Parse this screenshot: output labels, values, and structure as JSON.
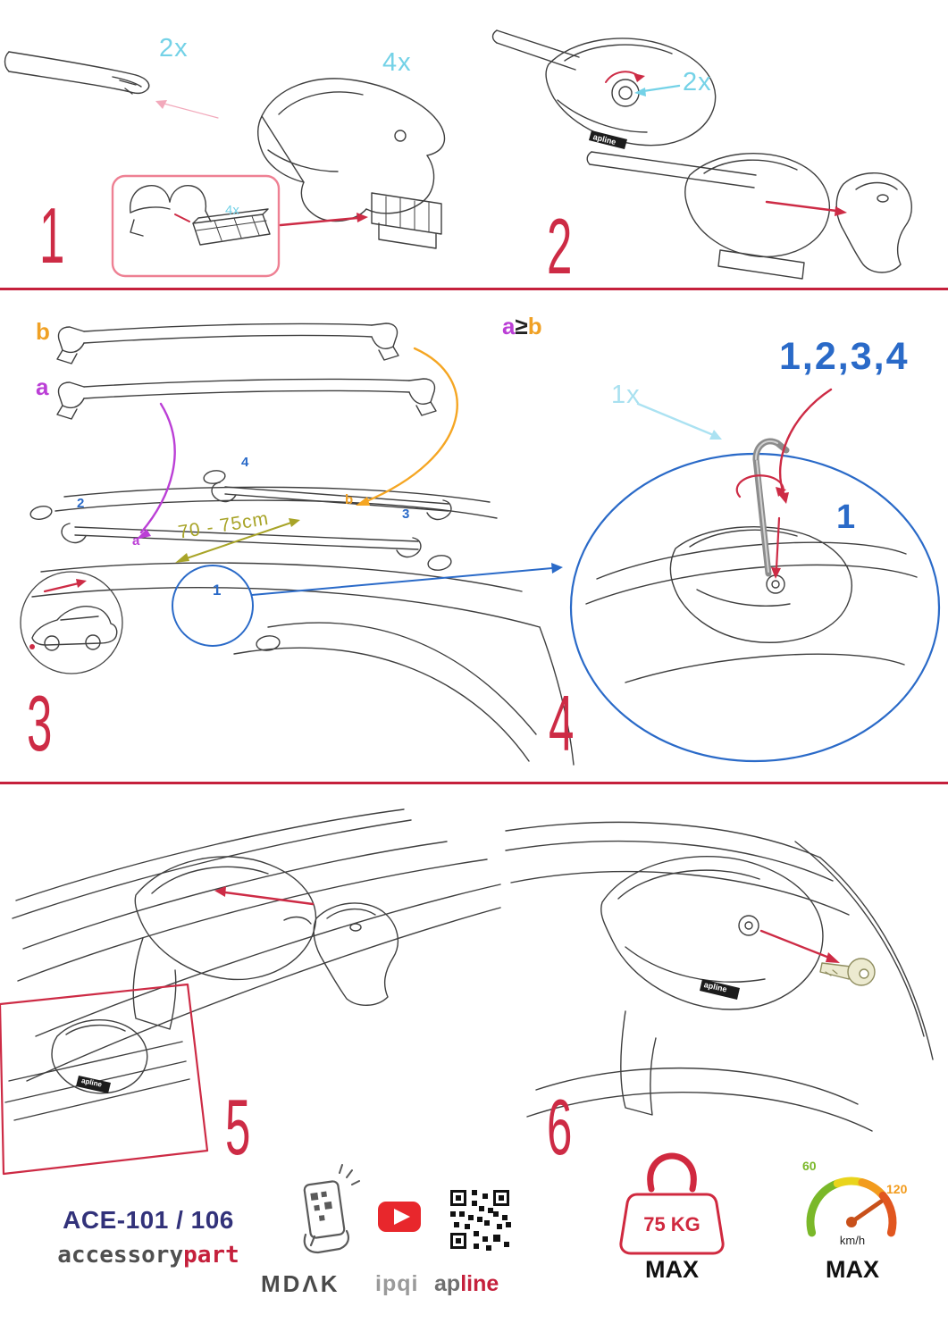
{
  "step1": {
    "number": "1",
    "qty_bar": "2x",
    "qty_foot": "4x",
    "qty_pads": "4x"
  },
  "step2": {
    "number": "2",
    "qty_covers": "2x",
    "foot_logo": "apline"
  },
  "step3": {
    "number": "3",
    "bar_b_label": "b",
    "bar_a_label": "a",
    "pos2": "2",
    "pos4": "4",
    "pos_b": "b",
    "pos3": "3",
    "pos_a": "a",
    "distance": "70 - 75cm",
    "detail_ref": "1"
  },
  "step4": {
    "number": "4",
    "cond_a": "a",
    "cond_op": "≥",
    "cond_b": "b",
    "sequence": "1,2,3,4",
    "qty_key": "1x",
    "tighten_ref": "1"
  },
  "step5": {
    "number": "5",
    "foot_logo": "apline"
  },
  "step6": {
    "number": "6",
    "foot_logo": "apline"
  },
  "footer": {
    "model": "ACE-101 / 106",
    "brand_gray": "accessory",
    "brand_red": "part",
    "mdak": "MDΛK",
    "ipqi": "ipqi",
    "apline_gray": "ap",
    "apline_red": "line",
    "weight": "75 KG",
    "weight_max": "MAX",
    "speed_low": "60",
    "speed_high": "120",
    "speed_unit": "km/h",
    "speed_max": "MAX"
  },
  "colors": {
    "step_red": "#cd2b45",
    "divider_red": "#c5203c",
    "qty_cyan": "#74d2e7",
    "ref_blue": "#2a6ac8",
    "label_orange": "#f0a125",
    "label_purple": "#bb3fd6",
    "measure_olive": "#a8a428",
    "model_navy": "#32327a",
    "brand_red": "#c5203c",
    "speed_green": "#7ab829",
    "speed_orange": "#f29b1d"
  }
}
